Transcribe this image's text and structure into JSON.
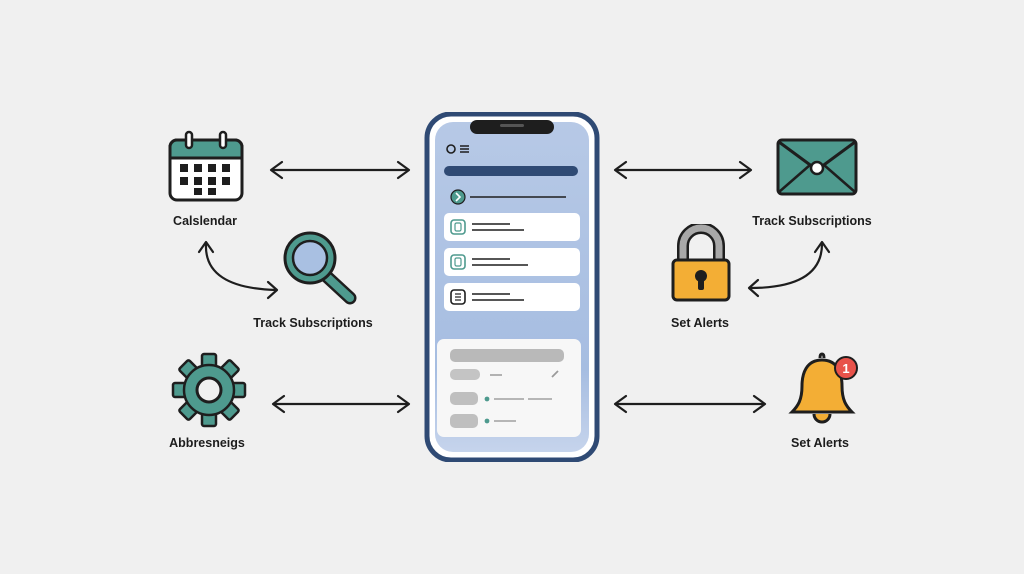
{
  "labels": {
    "calendar": "Calslendar",
    "search": "Track Subscriptions",
    "settings": "Abbresneigs",
    "email": "Track Subscriptions",
    "lock": "Set Alerts",
    "bell": "Set Alerts"
  },
  "notification_count": "1",
  "colors": {
    "background": "#f0f0f0",
    "teal": "#4e9a8e",
    "orange": "#f3ae35",
    "phone_frame": "#2f4a74",
    "phone_screen": "#a9c0e2",
    "header_bar": "#2f4a74",
    "badge": "#e8524a"
  },
  "icons": [
    "calendar-icon",
    "magnifier-icon",
    "gear-icon",
    "envelope-icon",
    "padlock-icon",
    "bell-icon"
  ]
}
